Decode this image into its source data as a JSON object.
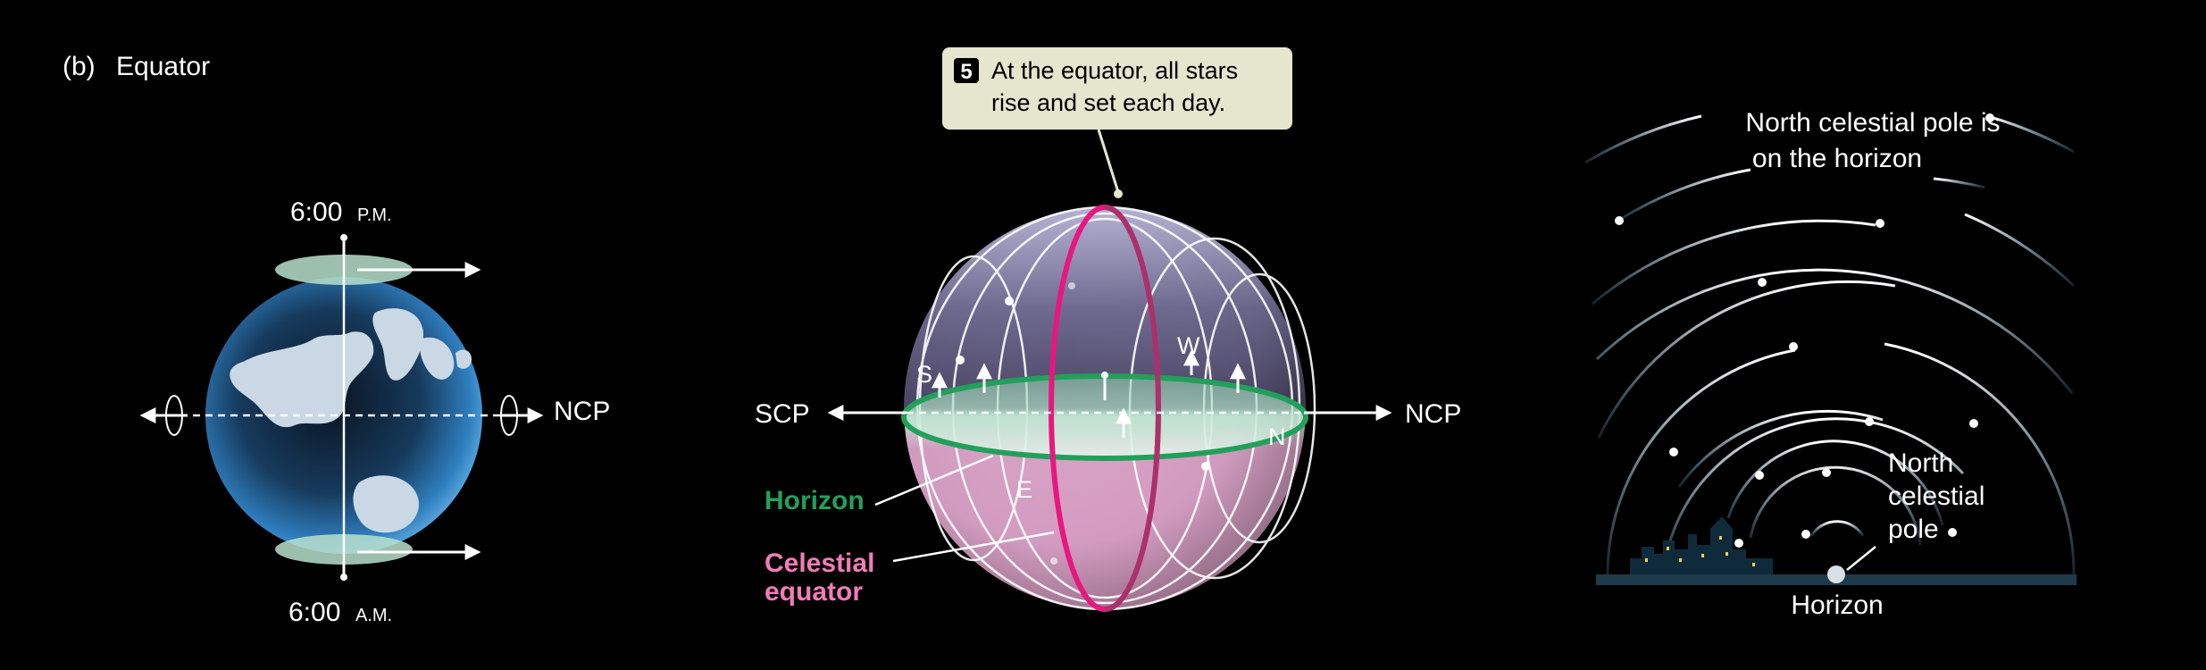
{
  "panel_label": "(b)",
  "panel_title": "Equator",
  "earth": {
    "time_top": "6:00",
    "time_top_suffix": "P.M.",
    "time_bottom": "6:00",
    "time_bottom_suffix": "A.M.",
    "ncp_label": "NCP"
  },
  "sphere": {
    "callout_number": "5",
    "callout_line1": "At the equator, all stars",
    "callout_line2": "rise and set each day.",
    "scp_label": "SCP",
    "ncp_label": "NCP",
    "dir_s": "S",
    "dir_w": "W",
    "dir_e": "E",
    "dir_n": "N",
    "horizon_label": "Horizon",
    "equator_label_line1": "Celestial",
    "equator_label_line2": "equator",
    "colors": {
      "horizon": "#22a05a",
      "equator": "#e8177f",
      "callout_bg": "#e6e6cf"
    }
  },
  "sky": {
    "top_label_line1": "North celestial pole is",
    "top_label_line2": "on the horizon",
    "pole_label_line1": "North",
    "pole_label_line2": "celestial",
    "pole_label_line3": "pole",
    "horizon_label": "Horizon"
  }
}
